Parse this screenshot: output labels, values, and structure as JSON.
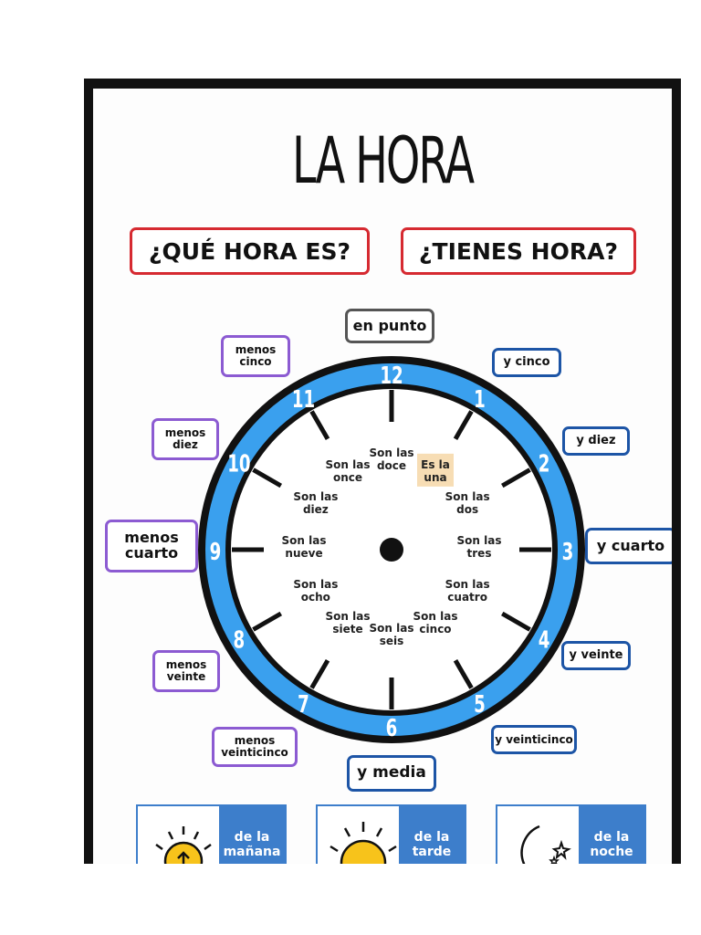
{
  "title": "LA HORA",
  "questions": [
    "¿QUÉ HORA ES?",
    "¿TIENES HORA?"
  ],
  "clock": {
    "numbers": [
      "12",
      "1",
      "2",
      "3",
      "4",
      "5",
      "6",
      "7",
      "8",
      "9",
      "10",
      "11"
    ],
    "hour_labels": [
      "Son las\ndoce",
      "Es la\nuna",
      "Son las\ndos",
      "Son las\ntres",
      "Son las\ncuatro",
      "Son las\ncinco",
      "Son las\nseis",
      "Son las\nsiete",
      "Son las\nocho",
      "Son las\nnueve",
      "Son las\ndiez",
      "Son las\nonce"
    ],
    "accent_color": "#3aa0ee",
    "rim_color": "#111111",
    "highlight_color": "#f7ddb4"
  },
  "minute_tags": {
    "en_punto": "en punto",
    "y_cinco": "y cinco",
    "y_diez": "y diez",
    "y_cuarto": "y cuarto",
    "y_veinte": "y veinte",
    "y_veinticinco": "y veinticinco",
    "y_media": "y media",
    "menos_veinticinco": "menos\nveinticinco",
    "menos_veinte": "menos\nveinte",
    "menos_cuarto": "menos\ncuarto",
    "menos_diez": "menos\ndiez",
    "menos_cinco": "menos\ncinco"
  },
  "periods": [
    {
      "label": "de la\nmañana"
    },
    {
      "label": "de la\ntarde"
    },
    {
      "label": "de la\nnoche"
    }
  ]
}
